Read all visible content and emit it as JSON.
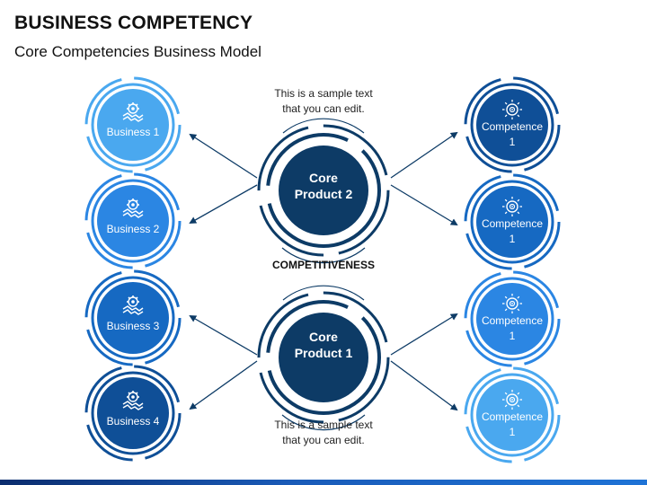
{
  "header": {
    "title": "BUSINESS COMPETENCY",
    "subtitle": "Core Competencies Business Model"
  },
  "center": {
    "top_note": [
      "This is a sample text",
      "that you can edit."
    ],
    "bottom_note": [
      "This is a sample text",
      "that you can edit."
    ],
    "competitiveness_label": "COMPETITIVENESS",
    "core_top": [
      "Core",
      "Product 2"
    ],
    "core_bottom": [
      "Core",
      "Product 1"
    ]
  },
  "business": [
    {
      "label": "Business 1",
      "color": "#4aa8ef",
      "icon": "handshake-gear-icon"
    },
    {
      "label": "Business 2",
      "color": "#2b86e3",
      "icon": "handshake-gear-icon"
    },
    {
      "label": "Business 3",
      "color": "#1669c2",
      "icon": "handshake-gear-icon"
    },
    {
      "label": "Business 4",
      "color": "#0f4f97",
      "icon": "handshake-gear-icon"
    }
  ],
  "competence": [
    {
      "lines": [
        "Competence",
        "1"
      ],
      "color": "#0f4f97",
      "icon": "target-idea-icon"
    },
    {
      "lines": [
        "Competence",
        "1"
      ],
      "color": "#1669c2",
      "icon": "target-idea-icon"
    },
    {
      "lines": [
        "Competence",
        "1"
      ],
      "color": "#2b86e3",
      "icon": "target-idea-icon"
    },
    {
      "lines": [
        "Competence",
        "1"
      ],
      "color": "#4aa8ef",
      "icon": "target-idea-icon"
    }
  ],
  "colors": {
    "core_fill": "#0d3b66",
    "core_ring": "#0d3b66",
    "arrow": "#0d3b66",
    "footer_dark": "#0b2d6e",
    "footer_light": "#1e73d6"
  }
}
